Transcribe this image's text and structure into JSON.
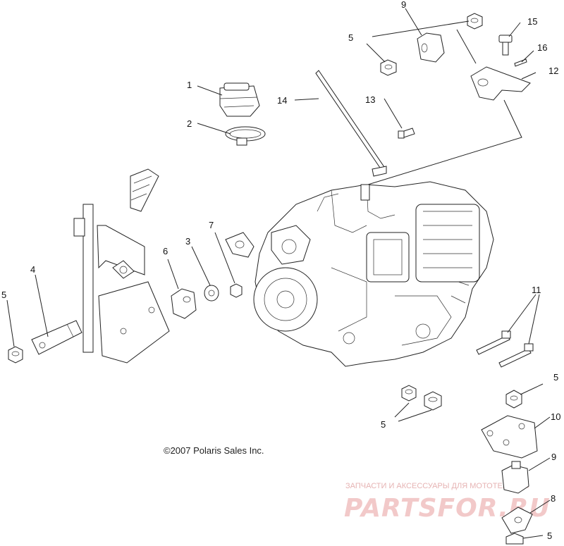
{
  "callouts": {
    "c1": "1",
    "c2": "2",
    "c3": "3",
    "c4": "4",
    "c5a": "5",
    "c5b": "5",
    "c5c": "5",
    "c5d": "5",
    "c5e": "5",
    "c6": "6",
    "c7": "7",
    "c8": "8",
    "c9a": "9",
    "c9b": "9",
    "c10": "10",
    "c11": "11",
    "c12": "12",
    "c13": "13",
    "c14": "14",
    "c15": "15",
    "c16": "16"
  },
  "copyright": "©2007 Polaris Sales Inc.",
  "watermark": {
    "tagline": "ЗАПЧАСТИ И АКСЕССУАРЫ ДЛЯ МОТОТЕХНИКИ",
    "brand": "PARTSFOR.RU"
  }
}
